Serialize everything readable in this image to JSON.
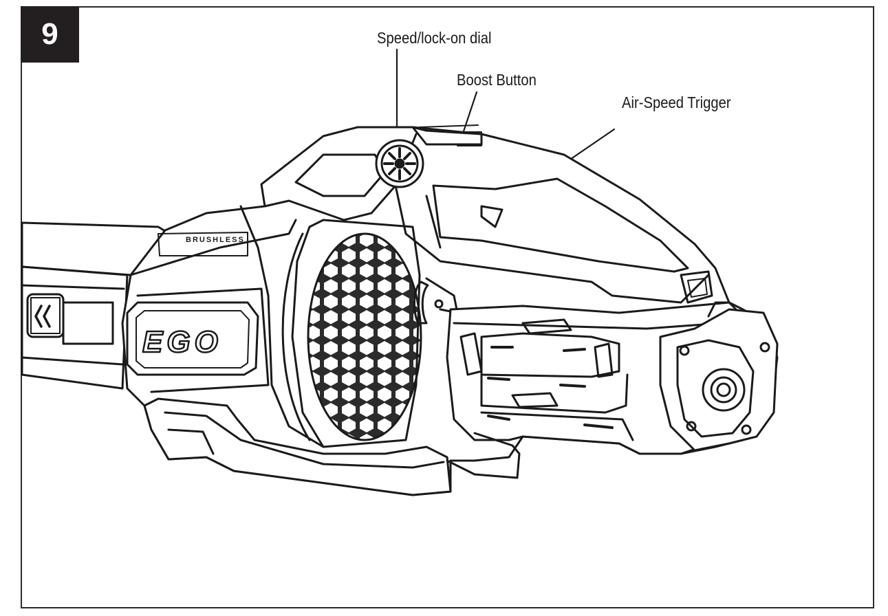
{
  "figure": {
    "step_number": "9",
    "callouts": {
      "speed_dial": "Speed/lock-on dial",
      "boost_button": "Boost Button",
      "trigger": "Air-Speed Trigger"
    },
    "product_marks": {
      "brand": "EGO",
      "motor": "BRUSHLESS"
    },
    "colors": {
      "ink": "#1a1a1a",
      "badge": "#231f20",
      "mesh": "#2b2b2b",
      "background": "#ffffff"
    }
  }
}
